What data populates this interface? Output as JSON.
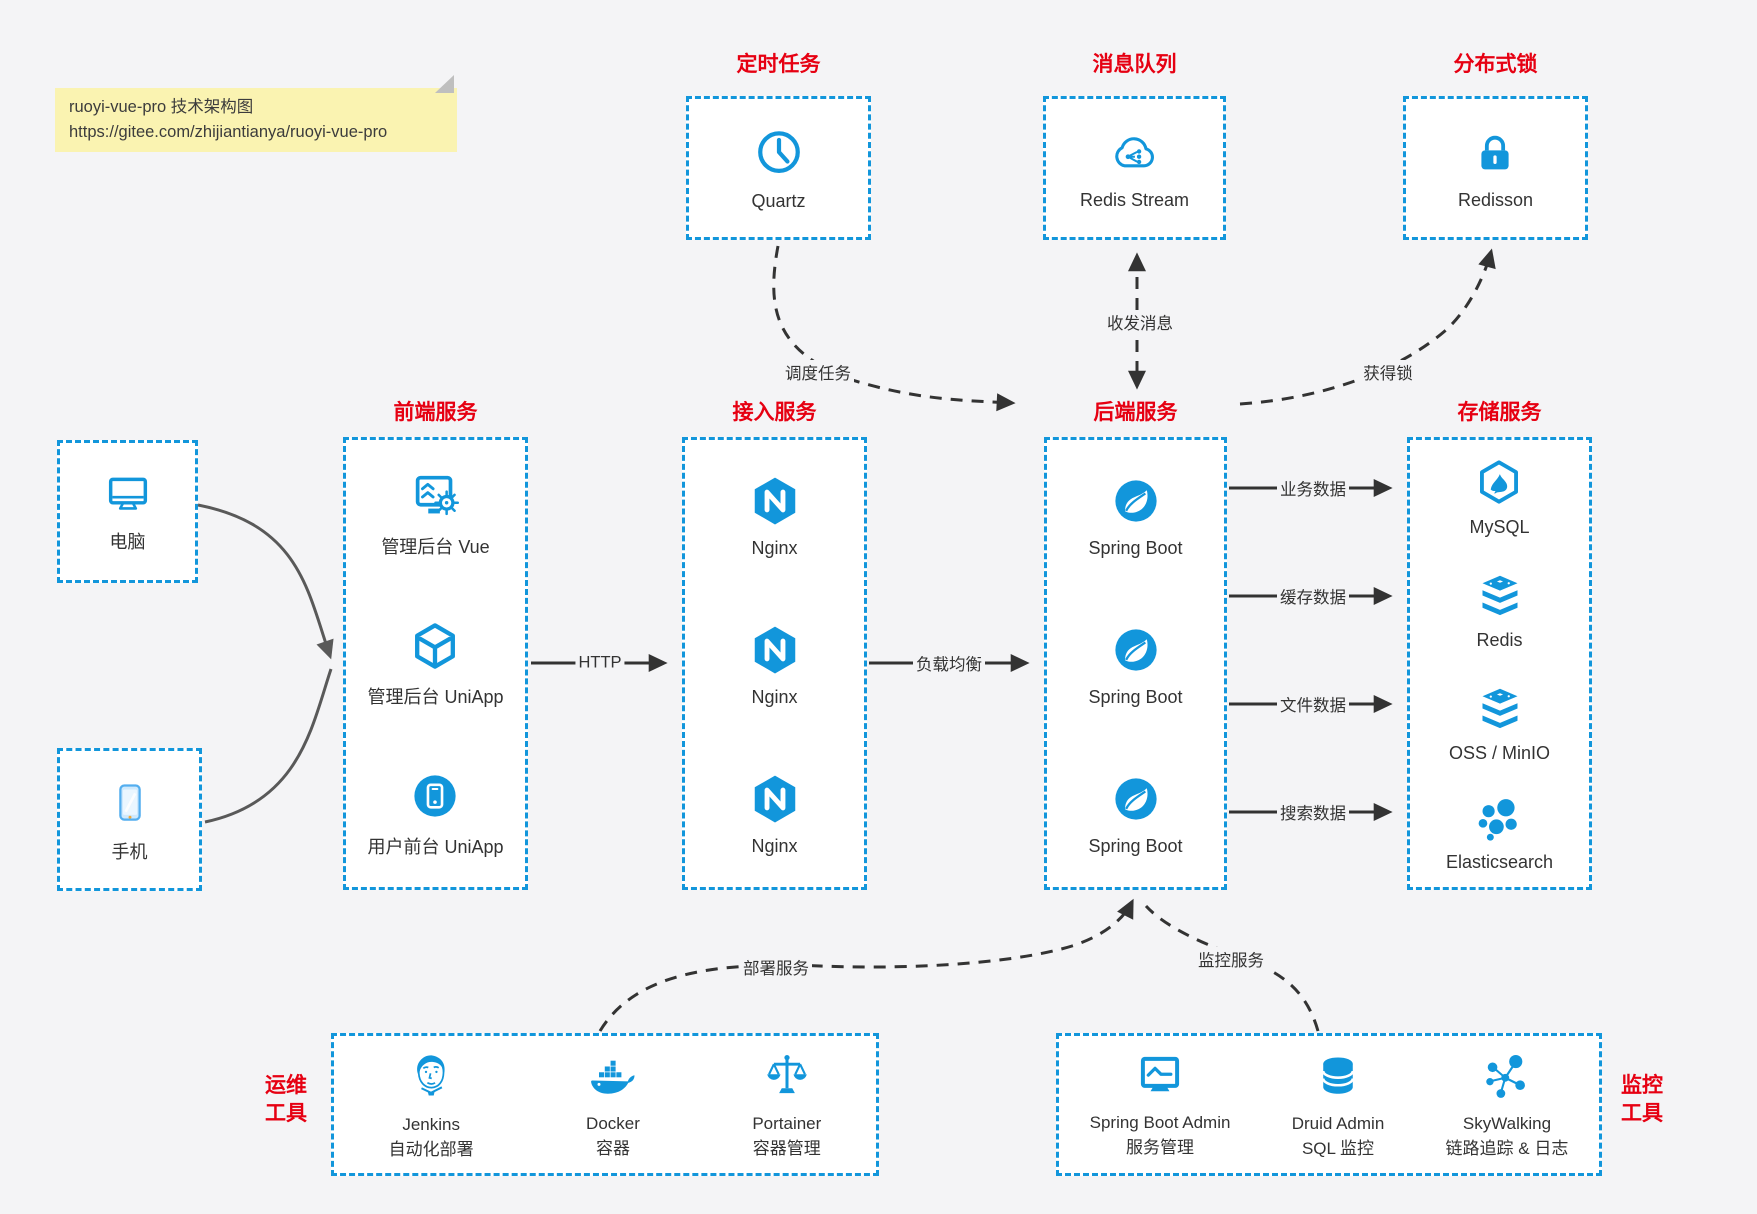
{
  "colors": {
    "accent_blue": "#1296db",
    "title_red": "#e60012",
    "note_bg": "#faf3b1",
    "arrow_dark": "#333333",
    "arrow_gray": "#595959",
    "box_bg": "#ffffff",
    "page_bg": "#f4f4f6"
  },
  "note": {
    "line1": "ruoyi-vue-pro 技术架构图",
    "line2": "https://gitee.com/zhijiantianya/ruoyi-vue-pro"
  },
  "top_groups": {
    "scheduler": {
      "title": "定时任务",
      "item": {
        "label": "Quartz",
        "icon": "clock"
      }
    },
    "mq": {
      "title": "消息队列",
      "item": {
        "label": "Redis Stream",
        "icon": "cloud-share"
      }
    },
    "lock": {
      "title": "分布式锁",
      "item": {
        "label": "Redisson",
        "icon": "padlock"
      }
    }
  },
  "clients": {
    "pc": {
      "label": "电脑",
      "icon": "desktop-monitor"
    },
    "mobile": {
      "label": "手机",
      "icon": "smartphone"
    }
  },
  "columns": {
    "frontend": {
      "title": "前端服务",
      "items": [
        {
          "label": "管理后台 Vue",
          "icon": "admin-dashboard-gear"
        },
        {
          "label": "管理后台 UniApp",
          "icon": "cube"
        },
        {
          "label": "用户前台 UniApp",
          "icon": "mobile-app-circle"
        }
      ]
    },
    "gateway": {
      "title": "接入服务",
      "items": [
        {
          "label": "Nginx",
          "icon": "nginx-hexagon"
        },
        {
          "label": "Nginx",
          "icon": "nginx-hexagon"
        },
        {
          "label": "Nginx",
          "icon": "nginx-hexagon"
        }
      ]
    },
    "backend": {
      "title": "后端服务",
      "items": [
        {
          "label": "Spring Boot",
          "icon": "spring-leaf"
        },
        {
          "label": "Spring Boot",
          "icon": "spring-leaf"
        },
        {
          "label": "Spring Boot",
          "icon": "spring-leaf"
        }
      ]
    },
    "storage": {
      "title": "存储服务",
      "items": [
        {
          "label": "MySQL",
          "icon": "mysql-hexagon"
        },
        {
          "label": "Redis",
          "icon": "layer-stack"
        },
        {
          "label": "OSS / MinIO",
          "icon": "layer-stack"
        },
        {
          "label": "Elasticsearch",
          "icon": "cluster-blobs"
        }
      ]
    }
  },
  "bottom_groups": {
    "devops": {
      "title": "运维\n工具",
      "items": [
        {
          "name": "Jenkins",
          "desc": "自动化部署",
          "icon": "jenkins-butler"
        },
        {
          "name": "Docker",
          "desc": "容器",
          "icon": "docker-whale"
        },
        {
          "name": "Portainer",
          "desc": "容器管理",
          "icon": "balance-scales"
        }
      ]
    },
    "monitoring": {
      "title": "监控\n工具",
      "items": [
        {
          "name": "Spring Boot Admin",
          "desc": "服务管理",
          "icon": "monitor-chart"
        },
        {
          "name": "Druid Admin",
          "desc": "SQL 监控",
          "icon": "database-cylinder"
        },
        {
          "name": "SkyWalking",
          "desc": "链路追踪 & 日志",
          "icon": "node-graph"
        }
      ]
    }
  },
  "edges": {
    "http": "HTTP",
    "load_balance": "负载均衡",
    "schedule": "调度任务",
    "message": "收发消息",
    "acquire_lock": "获得锁",
    "business_data": "业务数据",
    "cache_data": "缓存数据",
    "file_data": "文件数据",
    "search_data": "搜索数据",
    "deploy": "部署服务",
    "monitor": "监控服务"
  }
}
